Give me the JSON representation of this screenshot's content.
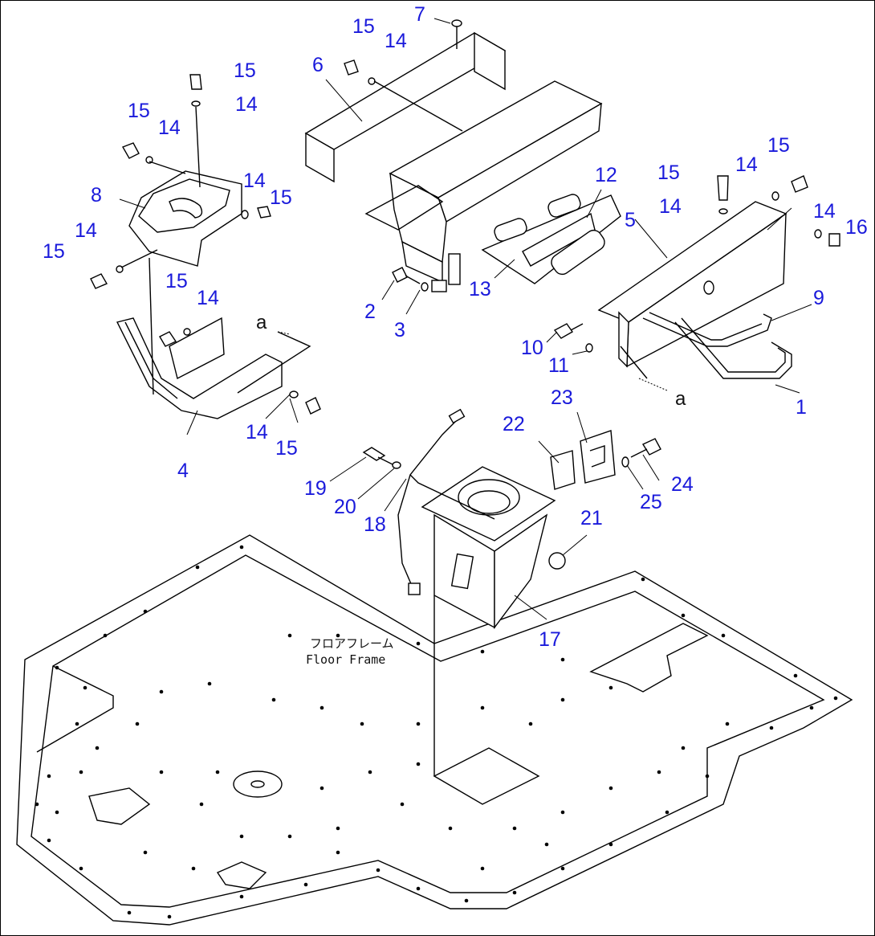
{
  "diagram": {
    "floor_label_jp": "フロアフレーム",
    "floor_label_en": "Floor Frame",
    "view_ref_label": "a",
    "callouts": [
      "1",
      "2",
      "3",
      "4",
      "5",
      "6",
      "7",
      "8",
      "9",
      "10",
      "11",
      "12",
      "13",
      "14",
      "15",
      "16",
      "17",
      "18",
      "19",
      "20",
      "21",
      "22",
      "23",
      "24",
      "25"
    ],
    "callout_color": "#1a1adb"
  }
}
